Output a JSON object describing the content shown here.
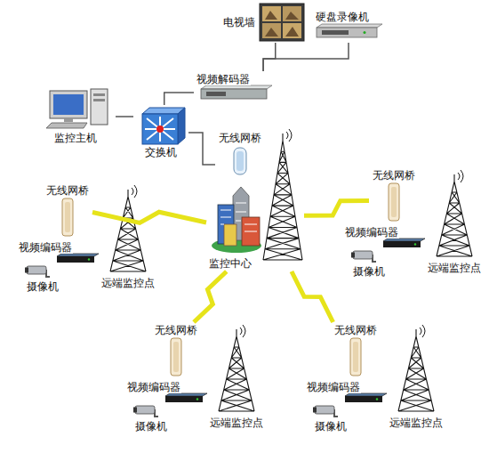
{
  "diagram": {
    "nodes": [
      {
        "text": [
          "电视墙"
        ]
      },
      {
        "text": [
          "硬盘录像机"
        ]
      },
      {
        "text": [
          "视频解码器"
        ]
      },
      {
        "text": [
          "监控主机"
        ]
      },
      {
        "text": [
          "交换机"
        ]
      },
      {
        "text": [
          "无线网桥"
        ]
      },
      {
        "text": [
          "监控中心"
        ]
      },
      {
        "text": [
          "无线网桥"
        ]
      },
      {
        "text": [
          "视频编码器"
        ]
      },
      {
        "text": [
          "摄像机"
        ]
      },
      {
        "text": [
          "远端监控点"
        ]
      },
      {
        "text": [
          "无线网桥"
        ]
      },
      {
        "text": [
          "视频编码器"
        ]
      },
      {
        "text": [
          "摄像机"
        ]
      },
      {
        "text": [
          "远端监控点"
        ]
      },
      {
        "text": [
          "无线网桥"
        ]
      },
      {
        "text": [
          "视频编码器"
        ]
      },
      {
        "text": [
          "摄像机"
        ]
      },
      {
        "text": [
          "远端监控点"
        ]
      },
      {
        "text": [
          "无线网桥"
        ]
      },
      {
        "text": [
          "视频编码器"
        ]
      },
      {
        "text": [
          "摄像机"
        ]
      },
      {
        "text": [
          "远端监控点"
        ]
      }
    ],
    "edges": [
      {
        "from": 0,
        "to": 2,
        "arrow": "none"
      },
      {
        "from": 1,
        "to": 2,
        "arrow": "none"
      },
      {
        "from": 2,
        "to": 4,
        "arrow": "none"
      },
      {
        "from": 3,
        "to": 4,
        "arrow": "none"
      },
      {
        "from": 4,
        "to": 5,
        "arrow": "none"
      },
      {
        "from": 6,
        "to": 7,
        "arrow": "none"
      },
      {
        "from": 6,
        "to": 11,
        "arrow": "none"
      },
      {
        "from": 6,
        "to": 15,
        "arrow": "none"
      },
      {
        "from": 6,
        "to": 19,
        "arrow": "none"
      }
    ]
  }
}
